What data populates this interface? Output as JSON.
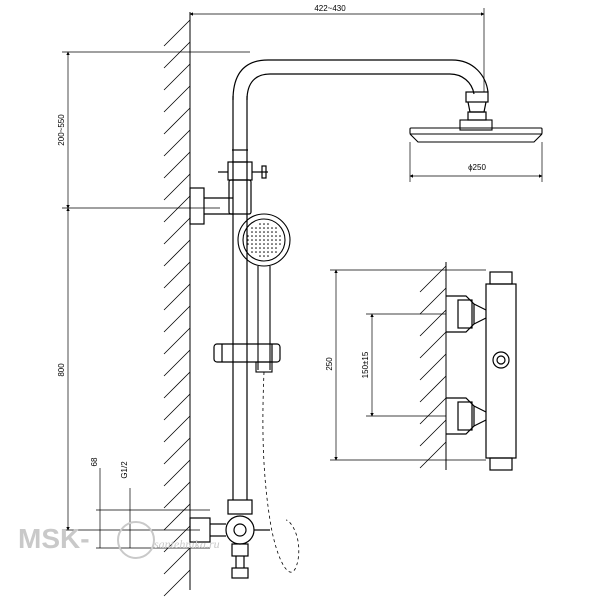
{
  "dimensions": {
    "arm_reach": "422~430",
    "head_drop": "200~550",
    "rail_height": "800",
    "head_diameter": "ϕ250",
    "valve_height": "250",
    "inlet_spacing": "150±15",
    "outlet_offset": "68",
    "thread_size": "G1/2"
  },
  "watermark": {
    "brand": "MSK-",
    "site": "santehnika.ru"
  },
  "colors": {
    "line": "#000000",
    "watermark": "#c9c9c9"
  }
}
